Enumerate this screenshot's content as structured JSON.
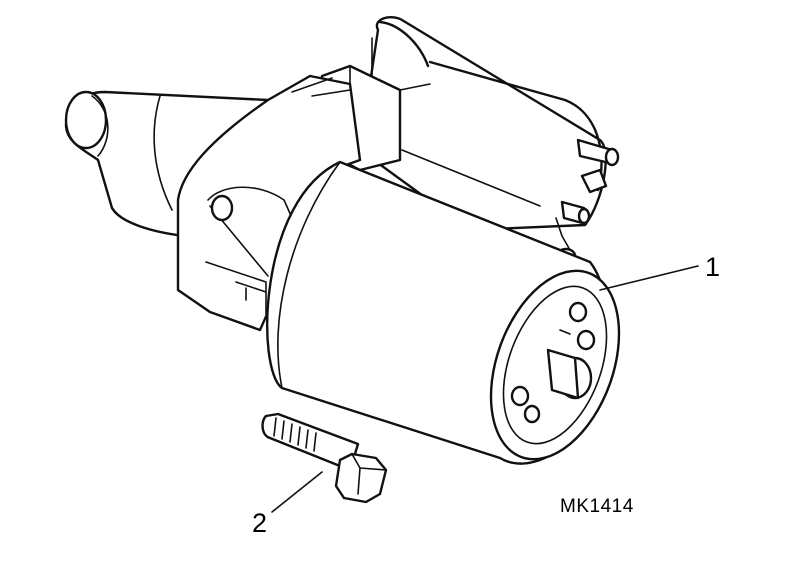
{
  "callouts": [
    {
      "number": "1",
      "part": "starter-motor"
    },
    {
      "number": "2",
      "part": "bolt"
    }
  ],
  "reference_code": "MK1414"
}
